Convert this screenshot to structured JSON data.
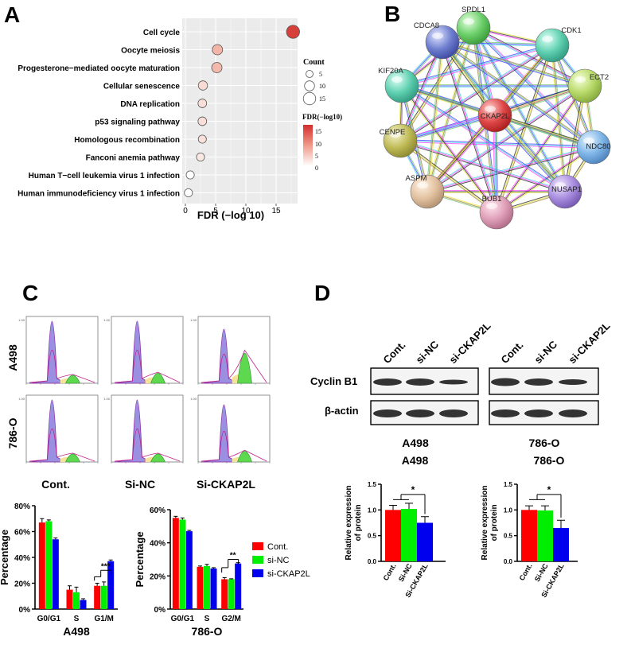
{
  "panels": {
    "a": "A",
    "b": "B",
    "c": "C",
    "d": "D"
  },
  "enrichment": {
    "terms": [
      "Cell cycle",
      "Oocyte meiosis",
      "Progesterone−mediated oocyte maturation",
      "Cellular senescence",
      "DNA replication",
      "p53 signaling pathway",
      "Homologous recombination",
      "Fanconi anemia pathway",
      "Human T−cell leukemia virus 1 infection",
      "Human immunodeficiency virus 1 infection"
    ],
    "xlabel": "FDR (−log 10)",
    "count_title": "Count",
    "count_ticks": [
      "5",
      "10",
      "15"
    ],
    "fdr_title": "FDR(−log10)",
    "fdr_ticks": [
      "15",
      "10",
      "5",
      "0"
    ]
  },
  "network": {
    "nodes": [
      "SPDL1",
      "CDK1",
      "ECT2",
      "NDC80",
      "NUSAP1",
      "BUB1",
      "ASPM",
      "CENPE",
      "KIF20A",
      "CDCA8",
      "CKAP2L"
    ]
  },
  "flow": {
    "rows": [
      "A498",
      "786-O"
    ],
    "columns": [
      "Cont.",
      "Si-NC",
      "Si-CKAP2L"
    ]
  },
  "western": {
    "lanes": [
      "Cont.",
      "si-NC",
      "si-CKAP2L"
    ],
    "bands": [
      "Cyclin B1",
      "β-actin"
    ],
    "cells": [
      "A498",
      "786-O"
    ]
  },
  "chart_data": [
    {
      "type": "scatter",
      "title": "",
      "xlabel": "FDR (−log 10)",
      "xlim": [
        0,
        18
      ],
      "x_ticks": [
        "0",
        "5",
        "10",
        "15"
      ],
      "categories": [
        "Cell cycle",
        "Oocyte meiosis",
        "Progesterone−mediated oocyte maturation",
        "Cellular senescence",
        "DNA replication",
        "p53 signaling pathway",
        "Homologous recombination",
        "Fanconi anemia pathway",
        "Human T−cell leukemia virus 1 infection",
        "Human immunodeficiency virus 1 infection"
      ],
      "x": [
        17.8,
        5.3,
        5.2,
        2.9,
        2.8,
        2.8,
        2.8,
        2.5,
        0.8,
        0.5
      ],
      "count": [
        15,
        10,
        10,
        8,
        7,
        7,
        6,
        6,
        6,
        6
      ],
      "colors": [
        "#d7403a",
        "#f2b5a8",
        "#f3b9ad",
        "#f8dcd4",
        "#f9dfd8",
        "#f9dfd8",
        "#f9e1da",
        "#fbe8e3",
        "#ffffff",
        "#ffffff"
      ]
    },
    {
      "type": "bar",
      "title": "A498",
      "ylabel": "Percentage",
      "ylim": [
        0,
        80
      ],
      "y_ticks": [
        "0%",
        "20%",
        "40%",
        "60%",
        "80%"
      ],
      "categories": [
        "G0/G1",
        "S",
        "G1/M"
      ],
      "series": [
        {
          "name": "Cont.",
          "color": "#ff0000",
          "values": [
            67,
            15,
            18
          ],
          "errors": [
            3,
            3,
            2
          ]
        },
        {
          "name": "si-NC",
          "color": "#00ee00",
          "values": [
            68,
            13,
            18
          ],
          "errors": [
            1,
            4,
            3
          ]
        },
        {
          "name": "si-CKAP2L",
          "color": "#0000ee",
          "values": [
            54,
            7,
            37
          ],
          "errors": [
            1,
            1,
            1
          ]
        }
      ],
      "significance": "***"
    },
    {
      "type": "bar",
      "title": "786-O",
      "ylabel": "Percentage",
      "ylim": [
        0,
        60
      ],
      "y_ticks": [
        "0%",
        "20%",
        "40%",
        "60%"
      ],
      "categories": [
        "G0/G1",
        "S",
        "G2/M"
      ],
      "series": [
        {
          "name": "Cont.",
          "color": "#ff0000",
          "values": [
            55,
            25.5,
            18
          ],
          "errors": [
            1,
            0.5,
            1
          ]
        },
        {
          "name": "si-NC",
          "color": "#00ee00",
          "values": [
            54,
            26,
            18
          ],
          "errors": [
            1,
            1,
            0.3
          ]
        },
        {
          "name": "si-CKAP2L",
          "color": "#0000ee",
          "values": [
            47,
            24.5,
            27.5
          ],
          "errors": [
            0.5,
            0.5,
            0.5
          ]
        }
      ],
      "significance": "**"
    },
    {
      "type": "bar",
      "title": "A498",
      "ylabel": "Relative expression\nof protein",
      "ylim": [
        0,
        1.5
      ],
      "y_ticks": [
        "0.0",
        "0.5",
        "1.0",
        "1.5"
      ],
      "categories": [
        "Cont.",
        "Si-NC",
        "Si-CKAP2L"
      ],
      "values": [
        1.0,
        1.02,
        0.75
      ],
      "errors": [
        0.09,
        0.11,
        0.12
      ],
      "colors": [
        "#ff0000",
        "#00ee00",
        "#0000ee"
      ],
      "significance": "*"
    },
    {
      "type": "bar",
      "title": "786-O",
      "ylabel": "Relative expression\nof protein",
      "ylim": [
        0,
        1.5
      ],
      "y_ticks": [
        "0.0",
        "0.5",
        "1.0",
        "1.5"
      ],
      "categories": [
        "Cont.",
        "Si-NC",
        "Si-CKAP2L"
      ],
      "values": [
        1.0,
        0.99,
        0.65
      ],
      "errors": [
        0.08,
        0.09,
        0.15
      ],
      "colors": [
        "#ff0000",
        "#00ee00",
        "#0000ee"
      ],
      "significance": "*"
    }
  ]
}
